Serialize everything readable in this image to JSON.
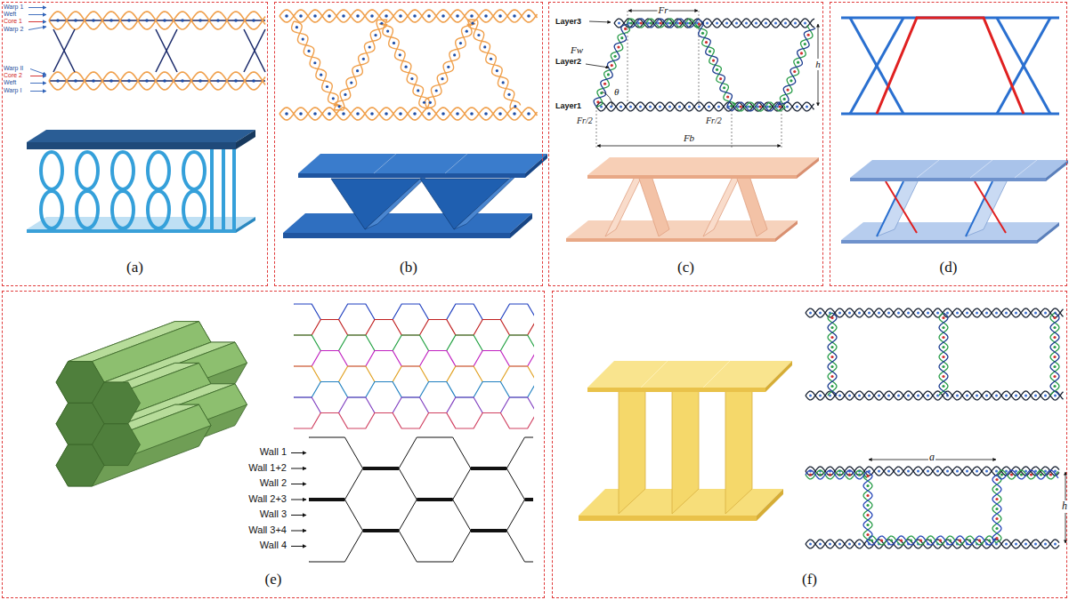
{
  "diagram": {
    "nodes": [
      {
        "text": [
          "(a)"
        ]
      },
      {
        "text": [
          "(b)"
        ]
      },
      {
        "text": [
          "(c)"
        ]
      },
      {
        "text": [
          "(d)"
        ]
      },
      {
        "text": [
          "(e)"
        ]
      },
      {
        "text": [
          "(f)"
        ]
      }
    ],
    "labels": [
      "Warp 1",
      "Weft",
      "Core 1",
      "Warp 2",
      "Warp II",
      "Core 2",
      "Weft",
      "Warp I",
      "Layer3",
      "Fr",
      "Fw",
      "Layer2",
      "θ",
      "h",
      "Layer1",
      "Fr/2",
      "Fr/2",
      "Fb",
      "Wall 1",
      "Wall 1+2",
      "Wall 2",
      "Wall 2+3",
      "Wall 3",
      "Wall 3+4",
      "Wall 4",
      "a",
      "h"
    ]
  }
}
